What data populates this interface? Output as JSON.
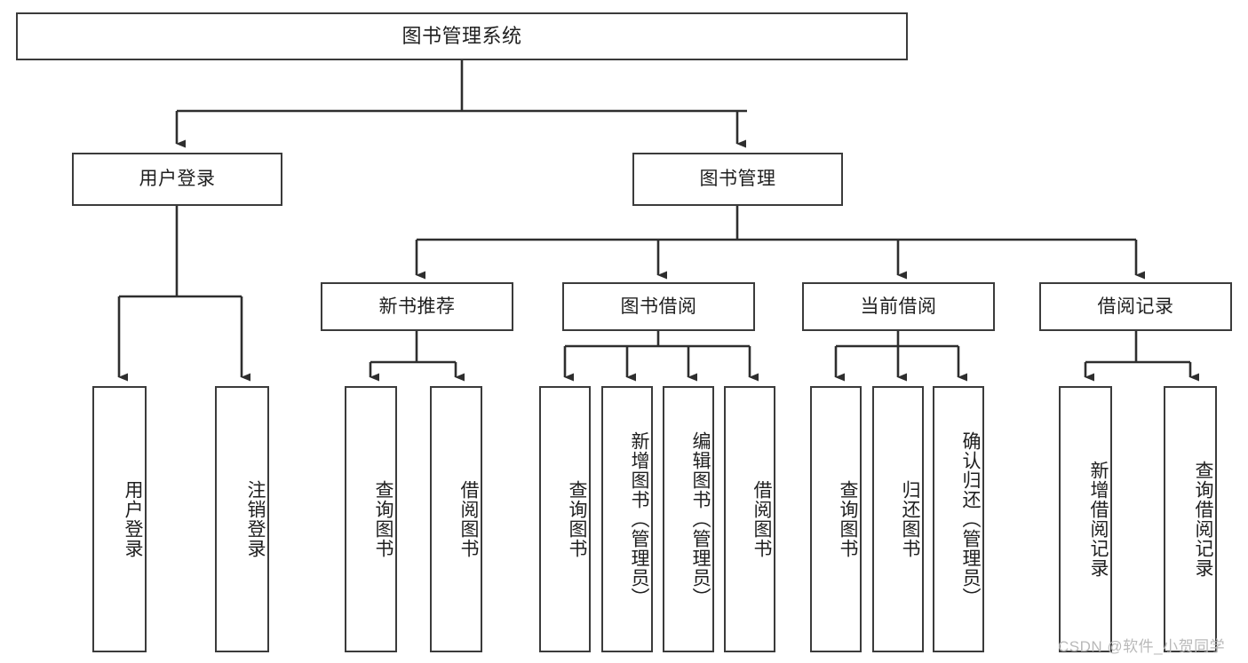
{
  "diagram": {
    "type": "tree",
    "title": "图书管理系统",
    "watermark": "CSDN @软件_小贺同学",
    "root": {
      "label": "图书管理系统"
    },
    "level1": [
      {
        "label": "用户登录"
      },
      {
        "label": "图书管理"
      }
    ],
    "level2": [
      {
        "label": "新书推荐"
      },
      {
        "label": "图书借阅"
      },
      {
        "label": "当前借阅"
      },
      {
        "label": "借阅记录"
      }
    ],
    "leaves": {
      "user_login": [
        {
          "label": "用户登录"
        },
        {
          "label": "注销登录"
        }
      ],
      "new_book_recommend": [
        {
          "label": "查询图书"
        },
        {
          "label": "借阅图书"
        }
      ],
      "book_borrow": [
        {
          "label": "查询图书"
        },
        {
          "label": "新增图书（管理员）"
        },
        {
          "label": "编辑图书（管理员）"
        },
        {
          "label": "借阅图书"
        }
      ],
      "current_borrow": [
        {
          "label": "查询图书"
        },
        {
          "label": "归还图书"
        },
        {
          "label": "确认归还（管理员）"
        }
      ],
      "borrow_record": [
        {
          "label": "新增借阅记录"
        },
        {
          "label": "查询借阅记录"
        }
      ]
    },
    "colors": {
      "border": "#3b3b3b",
      "text": "#1f1f1f",
      "background": "#ffffff",
      "connector": "#2e2e2e",
      "watermark": "#b9b9b9"
    }
  }
}
